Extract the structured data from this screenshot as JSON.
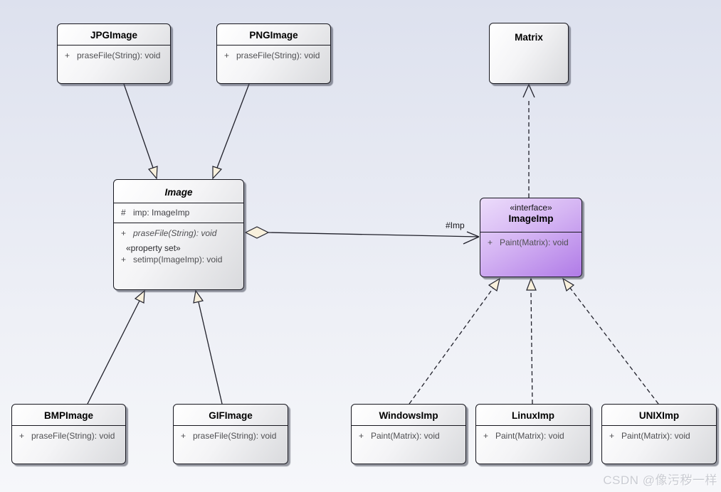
{
  "diagram_type": "uml-class-diagram (Bridge pattern)",
  "colors": {
    "class_fill_start": "#ffffff",
    "class_fill_end": "#d9dadd",
    "interface_fill_start": "#ecdcfb",
    "interface_fill_end": "#b07be7",
    "arrowhead_fill": "#f8f0dc",
    "line": "#20202a",
    "background_top": "#dde1ee",
    "background_bottom": "#f6f7fa"
  },
  "classes": {
    "jpg": {
      "name": "JPGImage",
      "op_vis": "+",
      "op": "praseFile(String): void"
    },
    "png": {
      "name": "PNGImage",
      "op_vis": "+",
      "op": "praseFile(String): void"
    },
    "matrix": {
      "name": "Matrix"
    },
    "image": {
      "name": "Image",
      "attr_vis": "#",
      "attr": "imp: ImageImp",
      "op1_vis": "+",
      "op1": "praseFile(String): void",
      "group_stereotype": "«property set»",
      "op2_vis": "+",
      "op2": "setimp(ImageImp): void"
    },
    "imageimp": {
      "stereotype": "«interface»",
      "name": "ImageImp",
      "op_vis": "+",
      "op": "Paint(Matrix): void"
    },
    "bmp": {
      "name": "BMPImage",
      "op_vis": "+",
      "op": "praseFile(String): void"
    },
    "gif": {
      "name": "GIFImage",
      "op_vis": "+",
      "op": "praseFile(String): void"
    },
    "windows": {
      "name": "WindowsImp",
      "op_vis": "+",
      "op": "Paint(Matrix): void"
    },
    "linux": {
      "name": "LinuxImp",
      "op_vis": "+",
      "op": "Paint(Matrix): void"
    },
    "unix": {
      "name": "UNIXImp",
      "op_vis": "+",
      "op": "Paint(Matrix): void"
    }
  },
  "labels": {
    "aggregation_role": "#Imp"
  },
  "relationships": [
    {
      "type": "generalization",
      "from": "JPGImage",
      "to": "Image"
    },
    {
      "type": "generalization",
      "from": "PNGImage",
      "to": "Image"
    },
    {
      "type": "generalization",
      "from": "BMPImage",
      "to": "Image"
    },
    {
      "type": "generalization",
      "from": "GIFImage",
      "to": "Image"
    },
    {
      "type": "aggregation",
      "from": "Image",
      "to": "ImageImp",
      "label": "#Imp"
    },
    {
      "type": "dependency",
      "from": "ImageImp",
      "to": "Matrix"
    },
    {
      "type": "realization",
      "from": "WindowsImp",
      "to": "ImageImp"
    },
    {
      "type": "realization",
      "from": "LinuxImp",
      "to": "ImageImp"
    },
    {
      "type": "realization",
      "from": "UNIXImp",
      "to": "ImageImp"
    }
  ],
  "watermark": {
    "text": "CSDN @像污秽一样"
  }
}
